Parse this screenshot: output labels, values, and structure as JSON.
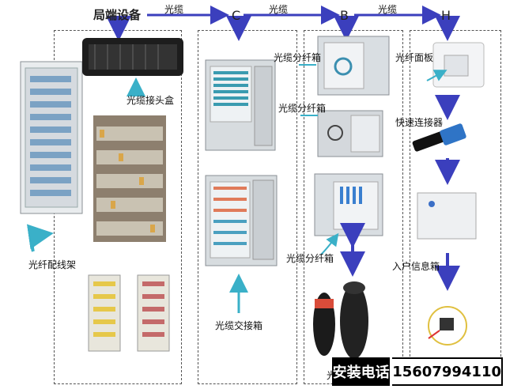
{
  "header": {
    "office_equipment": "局端设备",
    "cable_1": "光缆",
    "cable_2": "光缆",
    "cable_3": "光缆",
    "node_c": "C",
    "node_b": "B",
    "node_h": "H"
  },
  "labels": {
    "splice_closure": "光缆接头盒",
    "odf_rack": "光纤配线架",
    "cross_connect_cabinet": "光缆交接箱",
    "splitter_box_1": "光缆分纤箱",
    "splitter_box_2": "光缆分纤箱",
    "splitter_box_3": "光缆分纤箱",
    "fiber_panel": "光纤面板",
    "quick_connector": "快速连接器",
    "info_box": "入户信息箱",
    "partial_bottom": "光"
  },
  "banner": {
    "title": "安装电话",
    "phone": "15607994110"
  },
  "colors": {
    "arrow_blue": "#3b3fbd",
    "arrow_cyan": "#3ab0c8",
    "metal": "#c8ccd0"
  }
}
